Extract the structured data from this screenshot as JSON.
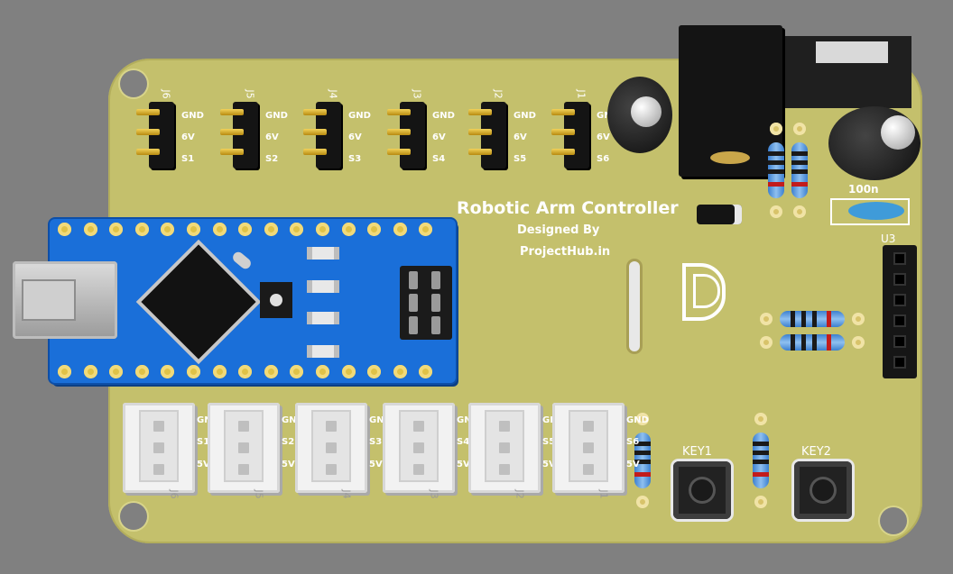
{
  "board": {
    "title": "Robotic Arm Controller",
    "credit_line1": "Designed By",
    "credit_line2": "ProjectHub.in",
    "capacitor_label": "100n",
    "u3_label": "U3"
  },
  "servo_headers": [
    {
      "ref": "J6",
      "l1": "GND",
      "l2": "6V",
      "l3": "S1"
    },
    {
      "ref": "J5",
      "l1": "GND",
      "l2": "6V",
      "l3": "S2"
    },
    {
      "ref": "J4",
      "l1": "GND",
      "l2": "6V",
      "l3": "S3"
    },
    {
      "ref": "J3",
      "l1": "GND",
      "l2": "6V",
      "l3": "S4"
    },
    {
      "ref": "J2",
      "l1": "GND",
      "l2": "6V",
      "l3": "S5"
    },
    {
      "ref": "J1",
      "l1": "GND",
      "l2": "6V",
      "l3": "S6"
    }
  ],
  "jst_connectors": [
    {
      "ref": "J6",
      "l1": "GND",
      "l2": "S1",
      "l3": "5V"
    },
    {
      "ref": "J5",
      "l1": "GND",
      "l2": "S2",
      "l3": "5V"
    },
    {
      "ref": "J4",
      "l1": "GND",
      "l2": "S3",
      "l3": "5V"
    },
    {
      "ref": "J3",
      "l1": "GND",
      "l2": "S4",
      "l3": "5V"
    },
    {
      "ref": "J2",
      "l1": "GND",
      "l2": "S5",
      "l3": "5V"
    },
    {
      "ref": "J1",
      "l1": "GND",
      "l2": "S6",
      "l3": "5V"
    }
  ],
  "buttons": {
    "key1": "KEY1",
    "key2": "KEY2"
  },
  "colors": {
    "pcb": "#c4c06c",
    "background": "#808080",
    "nano": "#1a6fd9",
    "silkscreen": "#ffffff",
    "resistor": "#3b7fd0"
  }
}
